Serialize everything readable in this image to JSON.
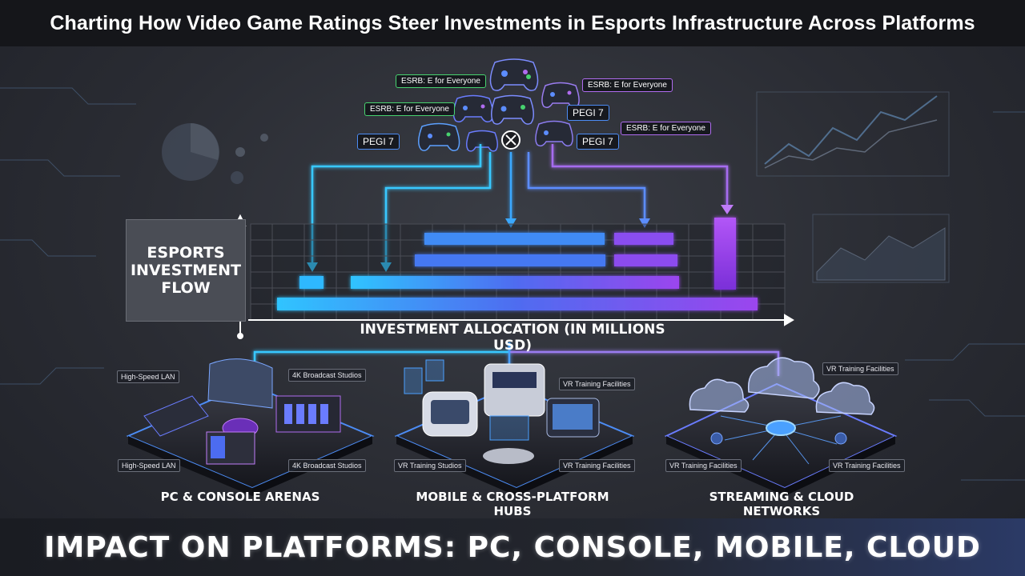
{
  "title": "Charting How Video Game Ratings Steer Investments in Esports Infrastructure Across Platforms",
  "footer": "IMPACT ON PLATFORMS: PC, CONSOLE, MOBILE, CLOUD",
  "flow_label": "ESPORTS\nINVESTMENT\nFLOW",
  "x_axis_label": "INVESTMENT ALLOCATION (IN MILLIONS USD)",
  "ratings": [
    {
      "text": "ESRB: E for Everyone",
      "color": "green"
    },
    {
      "text": "ESRB: E for Everyone",
      "color": "green"
    },
    {
      "text": "PEGI 7",
      "color": "blue"
    },
    {
      "text": "ESRB: E for Everyone",
      "color": "purple"
    },
    {
      "text": "PEGI 7",
      "color": "blue"
    },
    {
      "text": "ESRB: E for Everyone",
      "color": "purple"
    },
    {
      "text": "PEGI 7",
      "color": "blue"
    }
  ],
  "zones": [
    {
      "label": "PC & CONSOLE ARENAS",
      "tags": [
        "High-Speed LAN",
        "4K Broadcast Studios",
        "High-Speed LAN",
        "4K Broadcast Studios"
      ]
    },
    {
      "label": "MOBILE & CROSS-PLATFORM HUBS",
      "tags": [
        "VR Training Facilities",
        "VR Training Studios",
        "VR Training Facilities"
      ]
    },
    {
      "label": "STREAMING & CLOUD NETWORKS",
      "tags": [
        "VR Training Facilities",
        "VR Training Facilities",
        "VR Training Facilities"
      ]
    }
  ],
  "colors": {
    "cyan": "#38c8ff",
    "blue": "#4a7cf0",
    "purple": "#a14ef0",
    "green": "#47d36f"
  },
  "icons": [
    "gamepad-icon",
    "xbox-logo-icon",
    "cloud-icon",
    "arrow-down-icon"
  ]
}
